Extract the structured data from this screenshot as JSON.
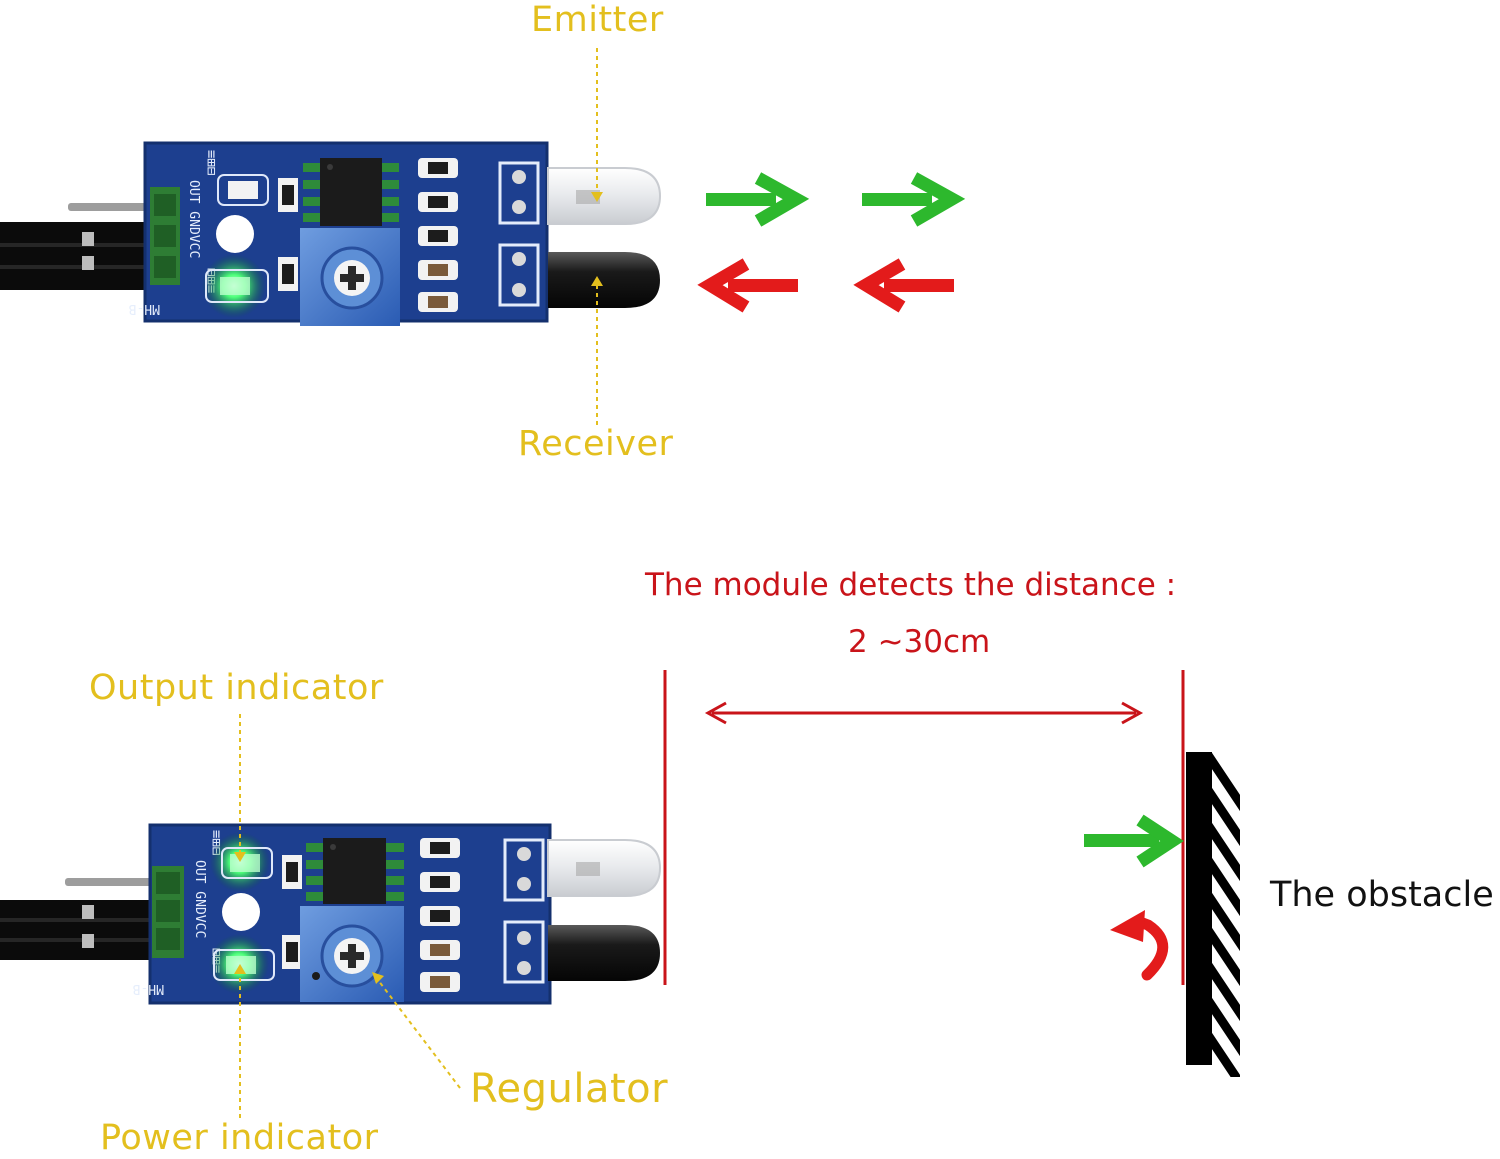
{
  "labels": {
    "emitter": "Emitter",
    "receiver": "Receiver",
    "output_indicator": "Output indicator",
    "power_indicator": "Power indicator",
    "regulator": "Regulator",
    "distance_line1": "The module detects the distance :",
    "distance_line2": "2 ~30cm",
    "obstacle": "The obstacle"
  },
  "board": {
    "pins": "OUT GNDVCC",
    "model": "MH-B"
  },
  "colors": {
    "label_yellow": "#e3bf1e",
    "label_red": "#c9141a",
    "emit_arrow_green": "#2db82d",
    "return_arrow_red": "#e31b1b",
    "pcb_blue": "#1d3f8f",
    "indicator_led": "#4dff7a"
  }
}
